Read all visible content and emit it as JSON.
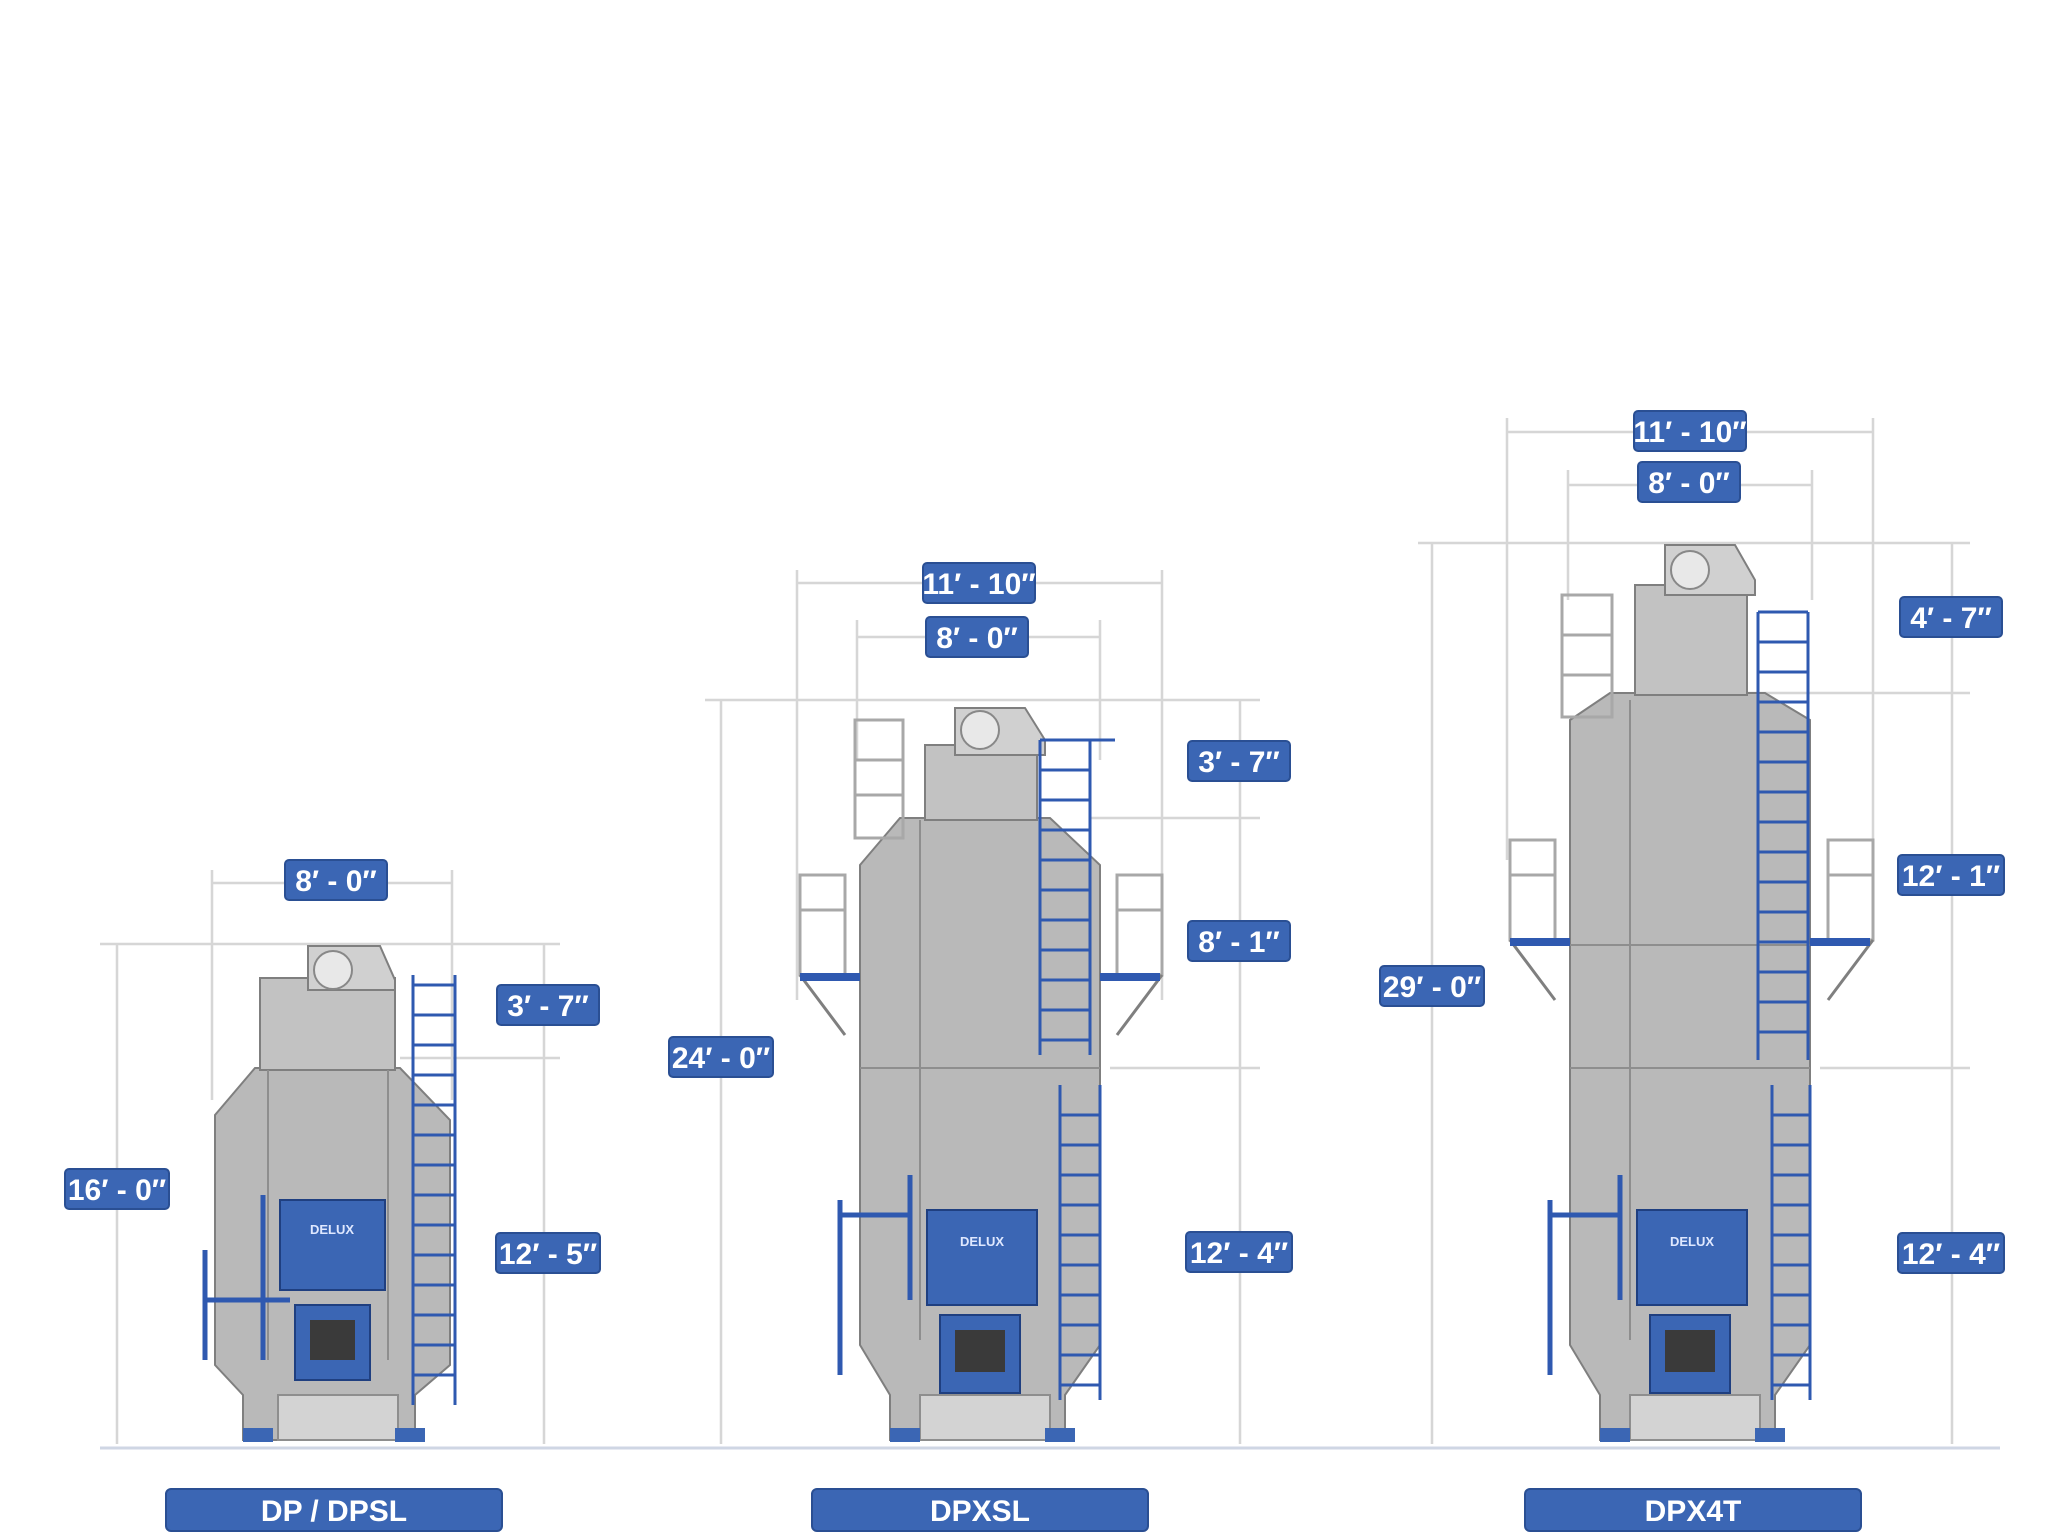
{
  "models": [
    {
      "name": "DP / DPSL",
      "dims": {
        "width_outer": "",
        "width_inner": "8′ - 0″",
        "height_top": "3′ - 7″",
        "height_mid": "",
        "height_bottom": "12′ - 5″",
        "height_total": "16′ - 0″"
      }
    },
    {
      "name": "DPXSL",
      "dims": {
        "width_outer": "11′ - 10″",
        "width_inner": "8′ - 0″",
        "height_top": "3′ - 7″",
        "height_mid": "8′ - 1″",
        "height_bottom": "12′ - 4″",
        "height_total": "24′ - 0″"
      }
    },
    {
      "name": "DPX4T",
      "dims": {
        "width_outer": "11′ - 10″",
        "width_inner": "8′ - 0″",
        "height_top": "4′ - 7″",
        "height_mid": "12′ - 1″",
        "height_bottom": "12′ - 4″",
        "height_total": "29′ - 0″"
      }
    }
  ],
  "panel_brand": "DELUX",
  "colors": {
    "label_blue": "#3b66b4",
    "label_border": "#2a4f93",
    "steel": "#b9b9b9",
    "steel_dark": "#8e8e8e",
    "ladder_blue": "#2f59b0",
    "dim_line": "#d6d6d6",
    "ground_line": "#cfd6e4"
  }
}
